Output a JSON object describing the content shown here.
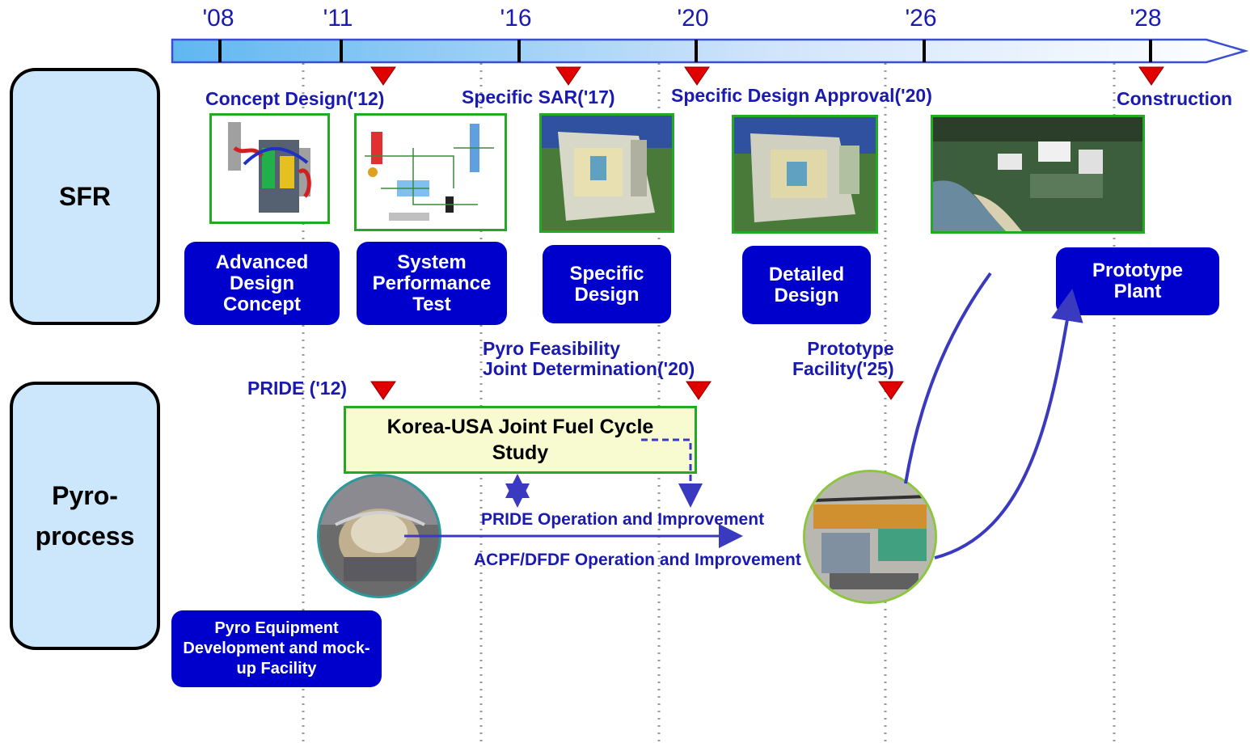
{
  "timeline": {
    "years": [
      "'08",
      "'11",
      "'16",
      "'20",
      "'26",
      "'28"
    ]
  },
  "rows": {
    "sfr": "SFR",
    "pyro": "Pyro-\nprocess"
  },
  "milestones": {
    "concept_design": "Concept Design('12)",
    "specific_sar": "Specific SAR('17)",
    "design_approval": "Specific Design Approval('20)",
    "construction": "Construction",
    "pride": "PRIDE ('12)",
    "pyro_feasibility": "Pyro Feasibility\nJoint Determination('20)",
    "prototype_facility": "Prototype\nFacility('25)"
  },
  "sfr_stages": {
    "advanced": "Advanced\nDesign\nConcept",
    "system_perf": "System\nPerformance\nTest",
    "specific": "Specific\nDesign",
    "detailed": "Detailed\nDesign",
    "prototype_plant": "Prototype\nPlant"
  },
  "pyro": {
    "study": "Korea-USA Joint Fuel Cycle\nStudy",
    "pride_op": "PRIDE Operation and Improvement",
    "acpf_op": "ACPF/DFDF Operation and Improvement",
    "equipment": "Pyro  Equipment\nDevelopment and mock-\nup Facility"
  },
  "colors": {
    "label_blue": "#1a1ab0",
    "box_blue": "#0000cc",
    "marker_red": "#e00000",
    "frame_green": "#22aa22"
  }
}
